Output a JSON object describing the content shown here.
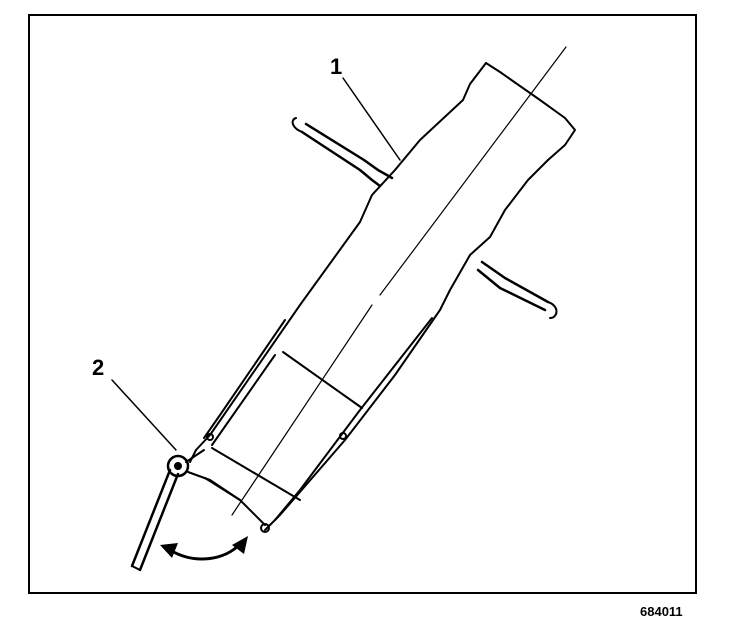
{
  "diagram": {
    "callouts": [
      {
        "id": "1",
        "label": "1"
      },
      {
        "id": "2",
        "label": "2"
      }
    ],
    "figure_number": "684011"
  }
}
